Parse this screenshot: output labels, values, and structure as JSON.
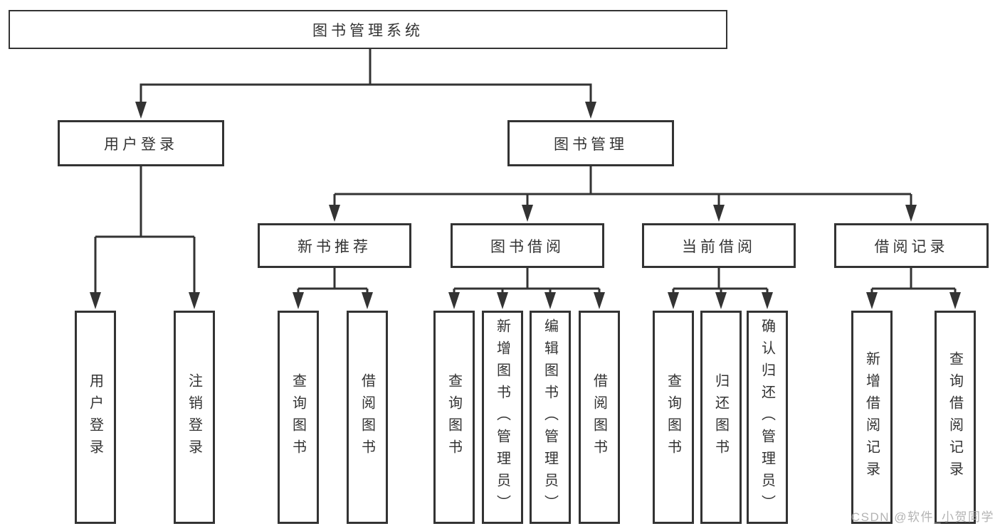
{
  "diagram": {
    "root": {
      "label": "图书管理系统"
    },
    "level2": {
      "user_login": {
        "label": "用户登录",
        "children": [
          "用户登录",
          "注销登录"
        ]
      },
      "book_management": {
        "label": "图书管理",
        "children": {
          "new_book_recommend": {
            "label": "新书推荐",
            "children": [
              "查询图书",
              "借阅图书"
            ]
          },
          "book_borrowing": {
            "label": "图书借阅",
            "children": [
              "查询图书",
              "新增图书（管理员）",
              "编辑图书（管理员）",
              "借阅图书"
            ]
          },
          "current_borrowing": {
            "label": "当前借阅",
            "children": [
              "查询图书",
              "归还图书",
              "确认归还（管理员）"
            ]
          },
          "borrowing_records": {
            "label": "借阅记录",
            "children": [
              "新增借阅记录",
              "查询借阅记录"
            ]
          }
        }
      }
    },
    "watermark": {
      "label": "CSDN @软件_小贺同学"
    },
    "colors": {
      "line": "#333333",
      "text": "#333333",
      "watermark": "#ababab",
      "background": "#ffffff"
    }
  }
}
